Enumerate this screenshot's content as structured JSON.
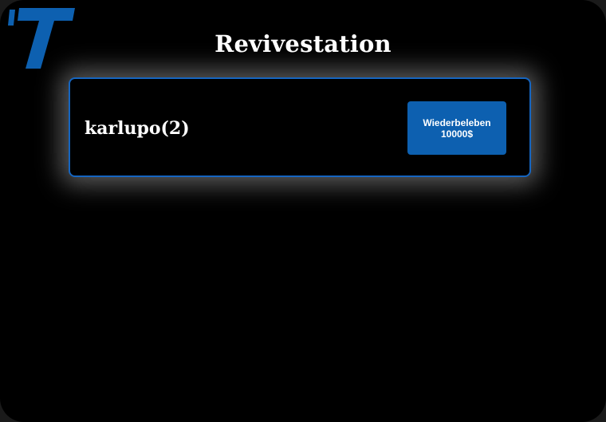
{
  "app": {
    "title": "Revivestation",
    "logo_icon": "t-logo-icon",
    "accent_color": "#0d60b0"
  },
  "players": [
    {
      "name": "karlupo(2)",
      "action_label": "Wiederbeleben",
      "price": "10000$"
    }
  ]
}
